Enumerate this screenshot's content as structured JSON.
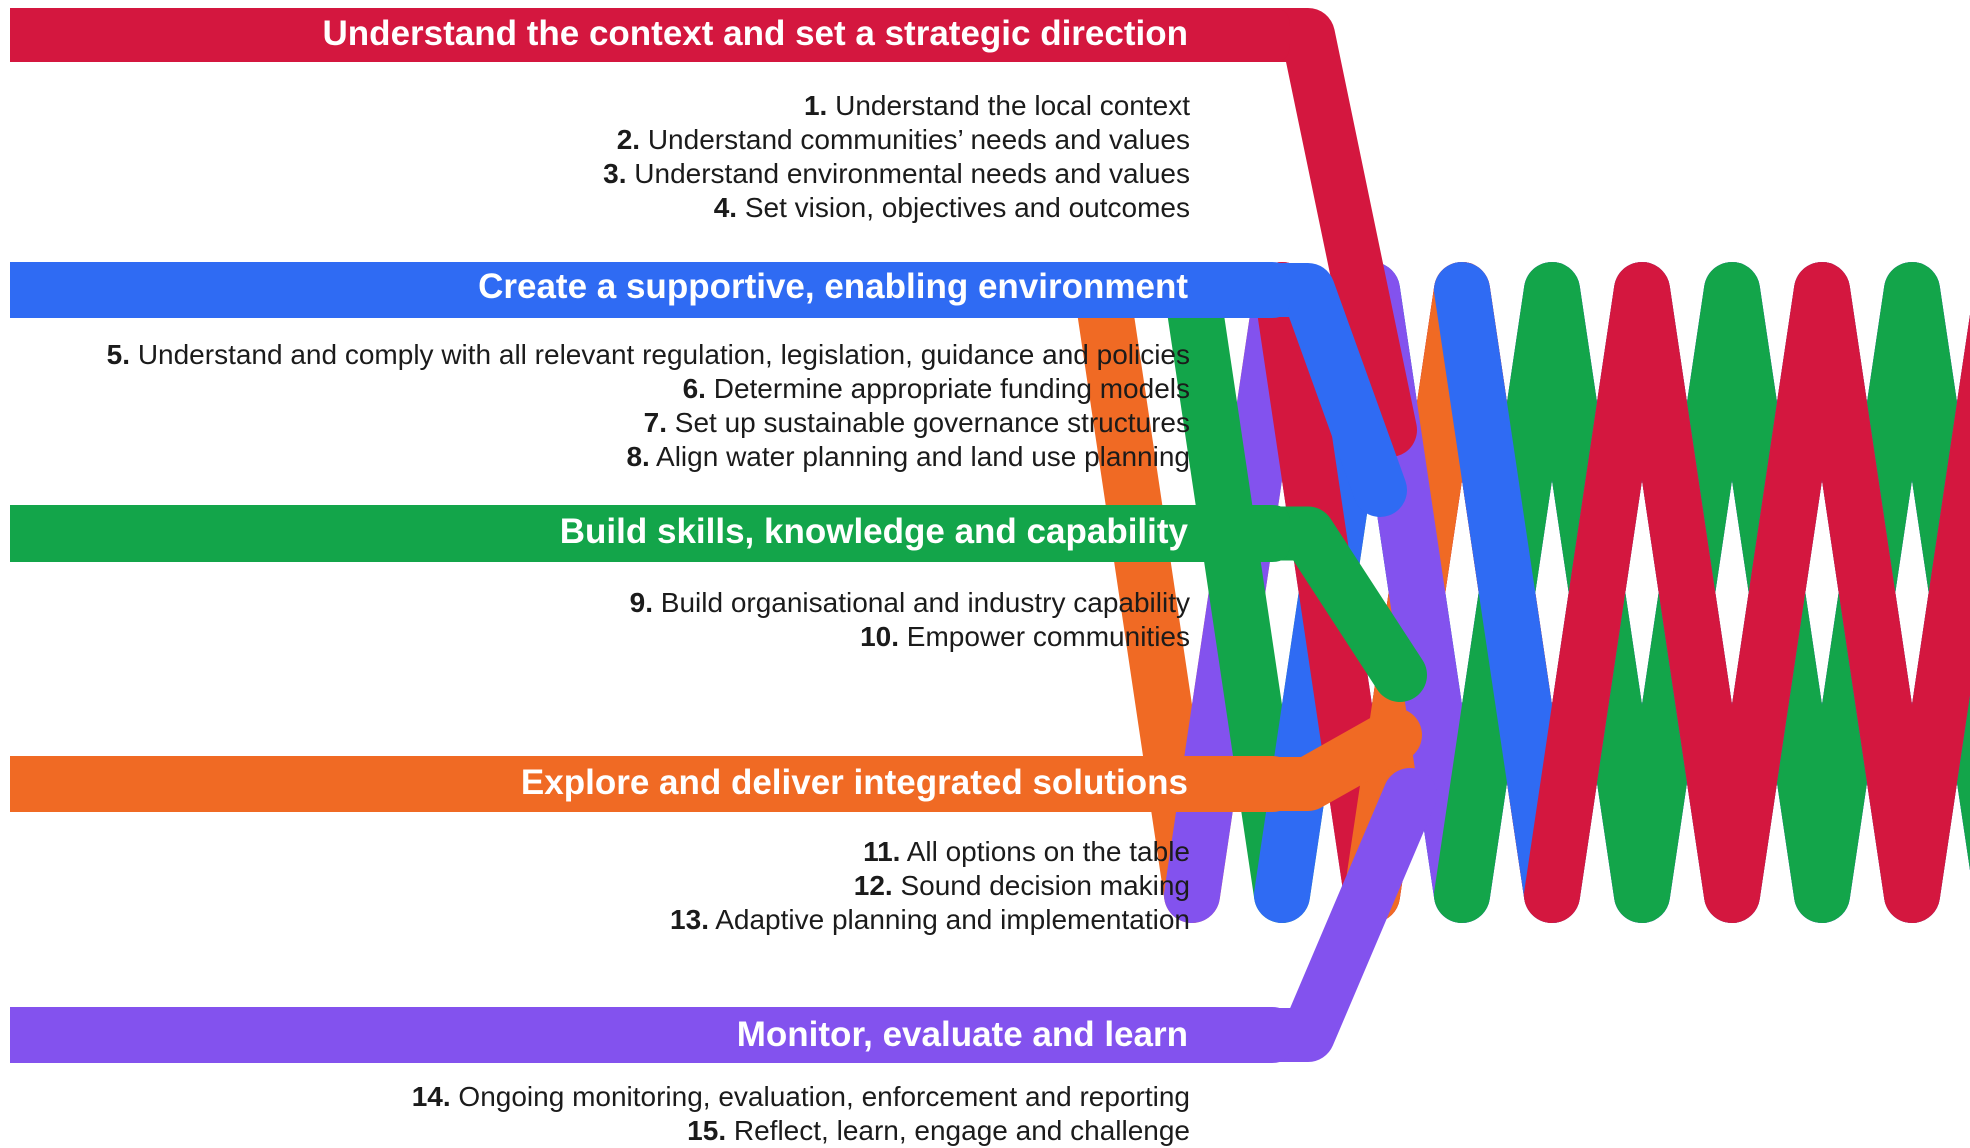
{
  "colors": {
    "red": "#d4173f",
    "blue": "#2f6bf3",
    "green": "#13a54a",
    "orange": "#f06a24",
    "purple": "#8352ee",
    "text": "#1b1b1b",
    "heading_text": "#ffffff"
  },
  "stages": [
    {
      "title": "Understand the context and set a strategic direction",
      "color": "#d4173f",
      "items": [
        {
          "num": "1.",
          "text": "Understand the local context"
        },
        {
          "num": "2.",
          "text": "Understand communities’ needs and values"
        },
        {
          "num": "3.",
          "text": "Understand environmental needs and values"
        },
        {
          "num": "4.",
          "text": "Set vision, objectives and outcomes"
        }
      ]
    },
    {
      "title": "Create a supportive, enabling environment",
      "color": "#2f6bf3",
      "items": [
        {
          "num": "5.",
          "text": "Understand and comply with all relevant regulation, legislation, guidance and policies"
        },
        {
          "num": "6.",
          "text": "Determine appropriate funding models"
        },
        {
          "num": "7.",
          "text": "Set up sustainable governance structures"
        },
        {
          "num": "8.",
          "text": "Align water planning and land use planning"
        }
      ]
    },
    {
      "title": "Build skills, knowledge and capability",
      "color": "#13a54a",
      "items": [
        {
          "num": "9.",
          "text": "Build organisational and industry capability"
        },
        {
          "num": "10.",
          "text": "Empower communities"
        }
      ]
    },
    {
      "title": "Explore and deliver integrated solutions",
      "color": "#f06a24",
      "items": [
        {
          "num": "11.",
          "text": "All options on the table"
        },
        {
          "num": "12.",
          "text": "Sound decision making"
        },
        {
          "num": "13.",
          "text": "Adaptive planning and implementation"
        }
      ]
    },
    {
      "title": "Monitor, evaluate and learn",
      "color": "#8352ee",
      "items": [
        {
          "num": "14.",
          "text": "Ongoing monitoring, evaluation, enforcement and reporting"
        },
        {
          "num": "15.",
          "text": "Reflect, learn, engage and challenge"
        }
      ]
    }
  ]
}
